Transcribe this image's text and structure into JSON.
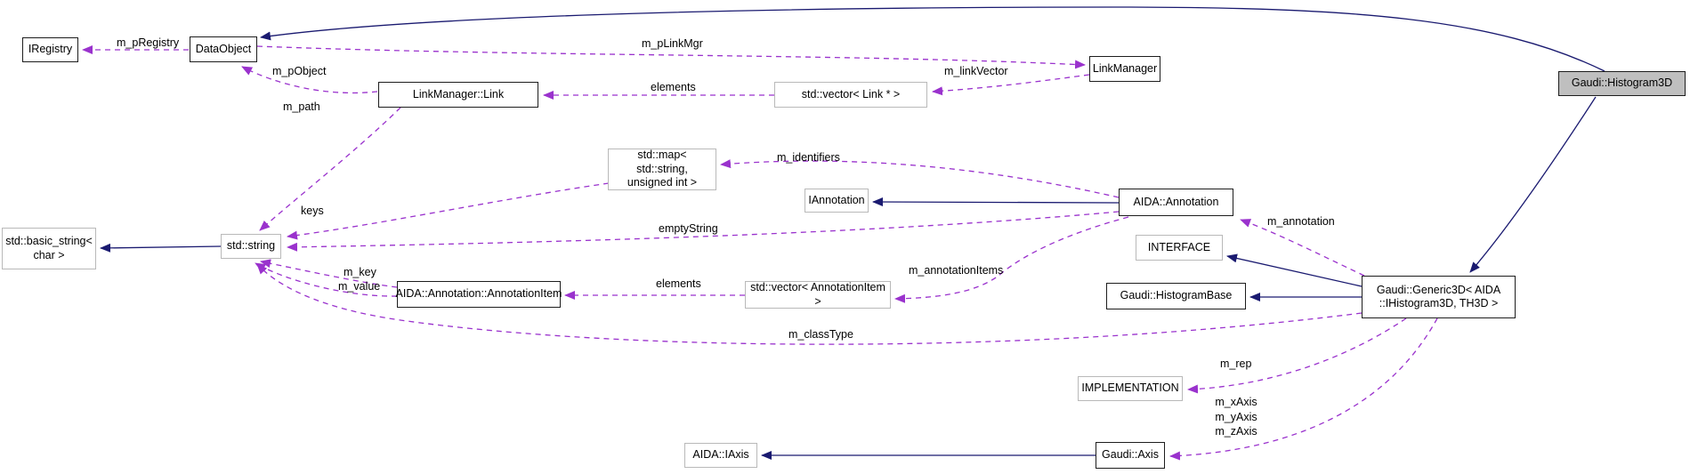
{
  "diagram": {
    "type": "doxygen-collaboration-diagram",
    "main_class": "Gaudi::Histogram3D",
    "colors": {
      "inheritance_edge": "#1a1a70",
      "usage_edge": "#9a32cd",
      "node_background": "#ffffff",
      "main_node_background": "#bfbfbf",
      "node_border": "#1d1d1d",
      "node_border_light": "#b9b9b9",
      "text": "#000000"
    },
    "nodes": {
      "iregistry": {
        "label": "IRegistry"
      },
      "dataobject": {
        "label": "DataObject"
      },
      "link": {
        "label": "LinkManager::Link"
      },
      "vector_link": {
        "label": "std::vector< Link * >"
      },
      "linkmanager": {
        "label": "LinkManager"
      },
      "histogram3d": {
        "label": "Gaudi::Histogram3D"
      },
      "map": {
        "label": "std::map< std::string,\nunsigned int >"
      },
      "iannotation": {
        "label": "IAnnotation"
      },
      "annotation": {
        "label": "AIDA::Annotation"
      },
      "basic_string": {
        "label": "std::basic_string<\nchar >"
      },
      "string": {
        "label": "std::string"
      },
      "annotationitem": {
        "label": "AIDA::Annotation::AnnotationItem"
      },
      "vector_annotationitem": {
        "label": "std::vector< AnnotationItem >"
      },
      "interface": {
        "label": "INTERFACE"
      },
      "histogrambase": {
        "label": "Gaudi::HistogramBase"
      },
      "generic3d": {
        "label": "Gaudi::Generic3D< AIDA\n::IHistogram3D, TH3D >"
      },
      "implementation": {
        "label": "IMPLEMENTATION"
      },
      "iaxis": {
        "label": "AIDA::IAxis"
      },
      "axis": {
        "label": "Gaudi::Axis"
      }
    },
    "edge_labels": {
      "m_pregistry": {
        "label": "m_pRegistry"
      },
      "m_pobject": {
        "label": "m_pObject"
      },
      "m_plinkmgr": {
        "label": "m_pLinkMgr"
      },
      "m_linkvector": {
        "label": "m_linkVector"
      },
      "elements_links": {
        "label": "elements"
      },
      "m_path": {
        "label": "m_path"
      },
      "m_identifiers": {
        "label": "m_identifiers"
      },
      "keys": {
        "label": "keys"
      },
      "emptystring": {
        "label": "emptyString"
      },
      "m_key": {
        "label": "m_key"
      },
      "m_value": {
        "label": "m_value"
      },
      "elements_items": {
        "label": "elements"
      },
      "m_annotationitems": {
        "label": "m_annotationItems"
      },
      "m_annotation": {
        "label": "m_annotation"
      },
      "m_classtype": {
        "label": "m_classType"
      },
      "m_rep": {
        "label": "m_rep"
      },
      "m_axes": {
        "label": "m_xAxis\nm_yAxis\nm_zAxis"
      }
    }
  }
}
